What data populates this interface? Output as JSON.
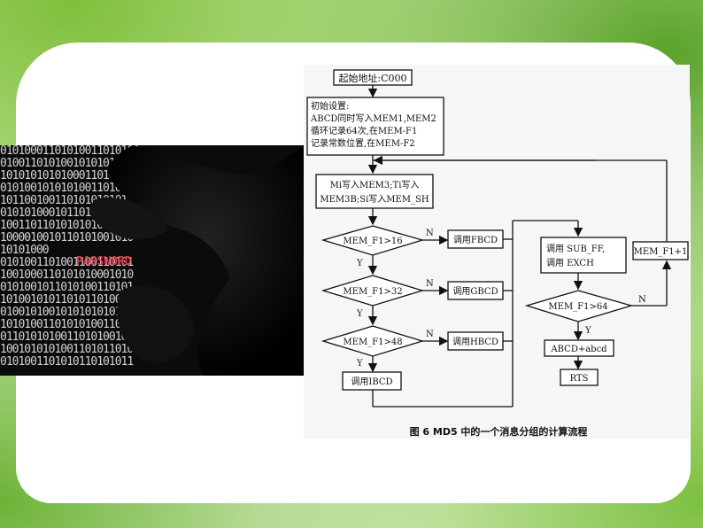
{
  "photo": {
    "password_text": "PASSWORD",
    "binary_lines": [
      "01010001101010011010100",
      "0100110101001010101010",
      "10101010101000110101011",
      "0101001010101001101000",
      "101100100110101010101",
      "0101010001011010101001",
      "1001101101010101010101",
      "1000010010110101001010",
      "10101000  ",
      "0101001101001100110101",
      "1001000110101010001010",
      "0101001011010100110101",
      "1010010101101011010010",
      "0100101001010101010100",
      "1010100110101010011010",
      "0110101010011010100101",
      "1001010101001101011010",
      "0101001101010110101011"
    ]
  },
  "flowchart": {
    "start": "起始地址:C000",
    "init": [
      "初始设置:",
      "ABCD同时写入MEM1,MEM2",
      "循环记录64次,在MEM-F1",
      "记录常数位置,在MEM-F2"
    ],
    "write_box": [
      "Mi写入MEM3;Ti写入",
      "MEM3B;Si写入MEM_SH"
    ],
    "d1": "MEM_F1>16",
    "d2": "MEM_F1>32",
    "d3": "MEM_F1>48",
    "call_f": "调用FBCD",
    "call_g": "调用GBCD",
    "call_h": "调用HBCD",
    "call_i": "调用IBCD",
    "call_sub": [
      "调用  SUB_FF,",
      "调用  EXCH"
    ],
    "d4": "MEM_F1>64",
    "inc": "MEM_F1+1",
    "add": "ABCD+abcd",
    "rts": "RTS",
    "n": "N",
    "y": "Y",
    "caption": "图 6   MD5 中的一个消息分组的计算流程"
  }
}
